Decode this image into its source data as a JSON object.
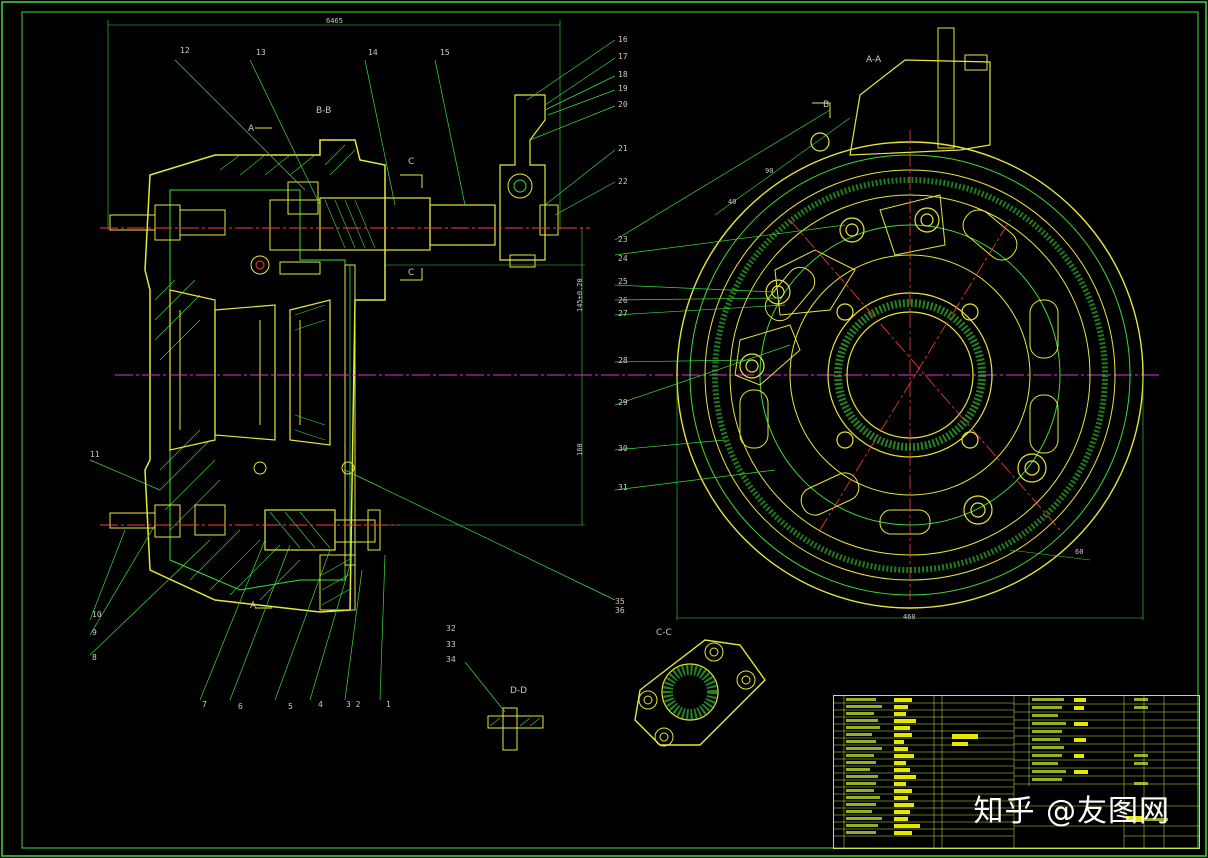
{
  "section_labels": {
    "bb": "B-B",
    "aa": "A-A",
    "cc": "C-C",
    "dd": "D-D",
    "c_top": "C",
    "c_bottom": "C",
    "a_top": "A",
    "a_bottom": "A",
    "b_right": "B"
  },
  "dimensions": {
    "top_width": "6465",
    "height_upper": "145±0.20",
    "height_lower": "160",
    "bottom_width": "460",
    "angle_90": "90",
    "angle_a": "40",
    "angle_b": "60"
  },
  "part_numbers_top": [
    "12",
    "13",
    "14",
    "15"
  ],
  "part_numbers_right": [
    "16",
    "17",
    "18",
    "19",
    "20",
    "21",
    "22"
  ],
  "part_numbers_mid": [
    "23",
    "24",
    "25",
    "26",
    "27",
    "28",
    "29",
    "30",
    "31"
  ],
  "part_numbers_left": [
    "11",
    "10",
    "9",
    "8"
  ],
  "part_numbers_bottom": [
    "7",
    "6",
    "5",
    "4",
    "3 2",
    "1"
  ],
  "part_numbers_dd": [
    "32",
    "33",
    "34"
  ],
  "part_number_35": "35",
  "part_number_36": "36",
  "watermark": "知乎 @友图网",
  "colors": {
    "background": "#000000",
    "frame": "#3cdc3c",
    "outline": "#e6e63c",
    "leader": "#3cdc3c",
    "centerline": "#ff3c3c",
    "axis": "#dc32dc",
    "hatch": "#3cdc3c"
  }
}
